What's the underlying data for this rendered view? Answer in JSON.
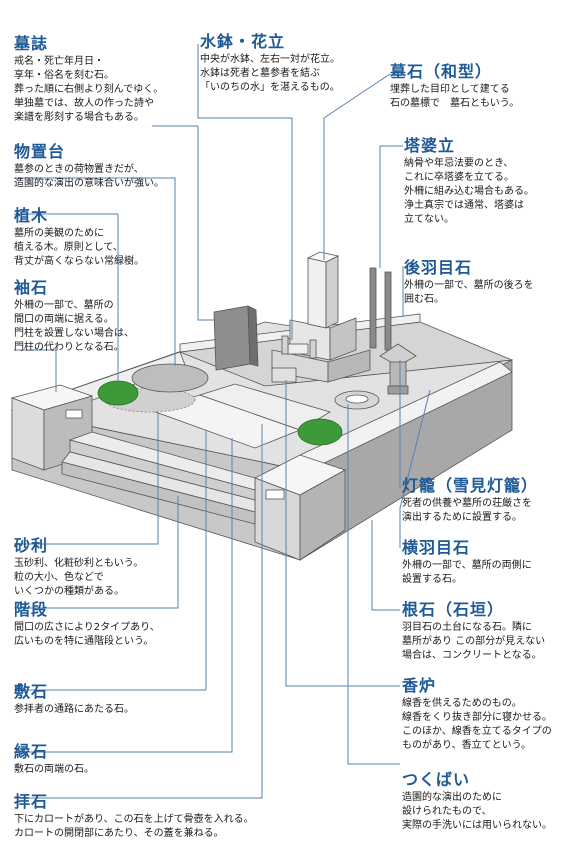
{
  "colors": {
    "heading": "#1f5a96",
    "leader": "#5a82b4",
    "stone_light": "#eeeeee",
    "stone_mid": "#c9c9c9",
    "stone_dark": "#9a9a9a",
    "tree": "#3c9a38"
  },
  "labels": {
    "boshi": {
      "title": "墓誌",
      "body": "戒名・死亡年月日・\n享年・俗名を刻む石。\n葬った順に右側より刻んでゆく。\n単独墓では、故人の作った詩や\n楽譜を彫刻する場合もある。"
    },
    "mizubachi": {
      "title": "水鉢・花立",
      "body": "中央が水鉢、左右一対が花立。\n水鉢は死者と墓参者を結ぶ\n「いのちの水」を湛えるもの。"
    },
    "haka_wa": {
      "title": "墓石（和型）",
      "body": "埋葬した目印として建てる\n石の墓標で　墓石ともいう。"
    },
    "monooki": {
      "title": "物置台",
      "body": "墓参のときの荷物置きだが、\n造園的な演出の意味合いが強い。"
    },
    "toba": {
      "title": "塔婆立",
      "body": "納骨や年忌法要のとき、\nこれに卒塔婆を立てる。\n外柵に組み込む場合もある。\n浄土真宗では通常、塔婆は\n立てない。"
    },
    "ueki": {
      "title": "植木",
      "body": "墓所の美観のために\n植える木。原則として、\n背丈が高くならない常緑樹。"
    },
    "ushiro": {
      "title": "後羽目石",
      "body": "外柵の一部で、墓所の後ろを\n囲む石。"
    },
    "sode": {
      "title": "袖石",
      "body": "外柵の一部で、墓所の\n間口の両端に据える。\n門柱を設置しない場合は、\n門柱の代わりとなる石。"
    },
    "toro": {
      "title": "灯籠（雪見灯籠）",
      "body": "死者の供養や墓所の荘厳さを\n演出するために設置する。"
    },
    "jari": {
      "title": "砂利",
      "body": "玉砂利、化粧砂利ともいう。\n粒の大小、色などで\nいくつかの種類がある。"
    },
    "yoko": {
      "title": "横羽目石",
      "body": "外柵の一部で、墓所の両側に\n設置する石。"
    },
    "kaidan": {
      "title": "階段",
      "body": "間口の広さにより2タイプあり、\n広いものを特に通階段という。"
    },
    "neishi": {
      "title": "根石（石垣）",
      "body": "羽目石の土台になる石。隣に\n墓所があり この部分が見えない\n場合は、コンクリートとなる。"
    },
    "shikiishi": {
      "title": "敷石",
      "body": "参拝者の通路にあたる石。"
    },
    "koro": {
      "title": "香炉",
      "body": "線香を供えるためのもの。\n線香をくり抜き部分に寝かせる。\nこのほか、線香を立てるタイプの\nものがあり、香立てという。"
    },
    "fuchi": {
      "title": "縁石",
      "body": "敷石の両端の石。"
    },
    "tsukubai": {
      "title": "つくばい",
      "body": "造園的な演出のために\n設けられたもので、\n実際の手洗いには用いられない。"
    },
    "haiseki": {
      "title": "拝石",
      "body": "下にカロートがあり、この石を上げて骨壺を入れる。\nカロートの開閉部にあたり、その蓋を兼ねる。"
    }
  }
}
